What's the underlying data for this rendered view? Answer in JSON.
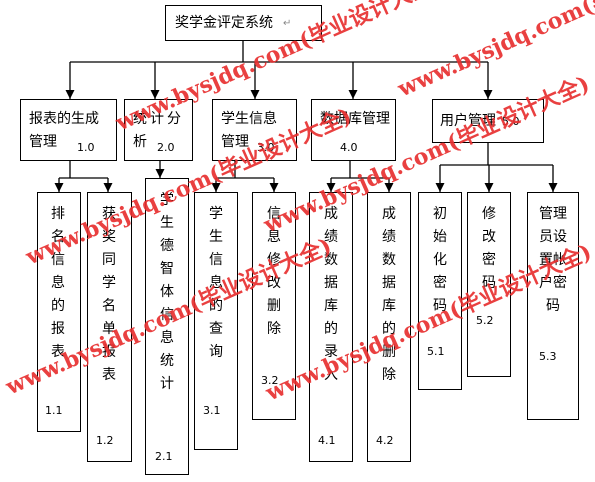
{
  "root": {
    "title": "奖学金评定系统"
  },
  "modules": [
    {
      "name": "报表的生成管理",
      "code": "1.0"
    },
    {
      "name": "统计分析",
      "code": "2.0"
    },
    {
      "name": "学生信息管理",
      "code": "3.0"
    },
    {
      "name": "数据库管理",
      "code": "4.0"
    },
    {
      "name": "用户管理",
      "code": "5.0"
    }
  ],
  "leaves": [
    {
      "name": "排名信息的报表",
      "code": "1.1"
    },
    {
      "name": "获奖同学名单报表",
      "code": "1.2"
    },
    {
      "name": "学生德智体信息统计",
      "code": "2.1"
    },
    {
      "name": "学生信息的查询",
      "code": "3.1"
    },
    {
      "name": "信息修改删除",
      "code": "3.2"
    },
    {
      "name": "成绩数据库的录入",
      "code": "4.1"
    },
    {
      "name": "成绩数据库的删除",
      "code": "4.2"
    },
    {
      "name": "初始化密码",
      "code": "5.1"
    },
    {
      "name": "修改密码",
      "code": "5.2"
    },
    {
      "name": "管理员设置帐户密码",
      "code": "5.3"
    }
  ],
  "watermark": {
    "text": "www.bysjdq.com(毕业设计大全)"
  }
}
